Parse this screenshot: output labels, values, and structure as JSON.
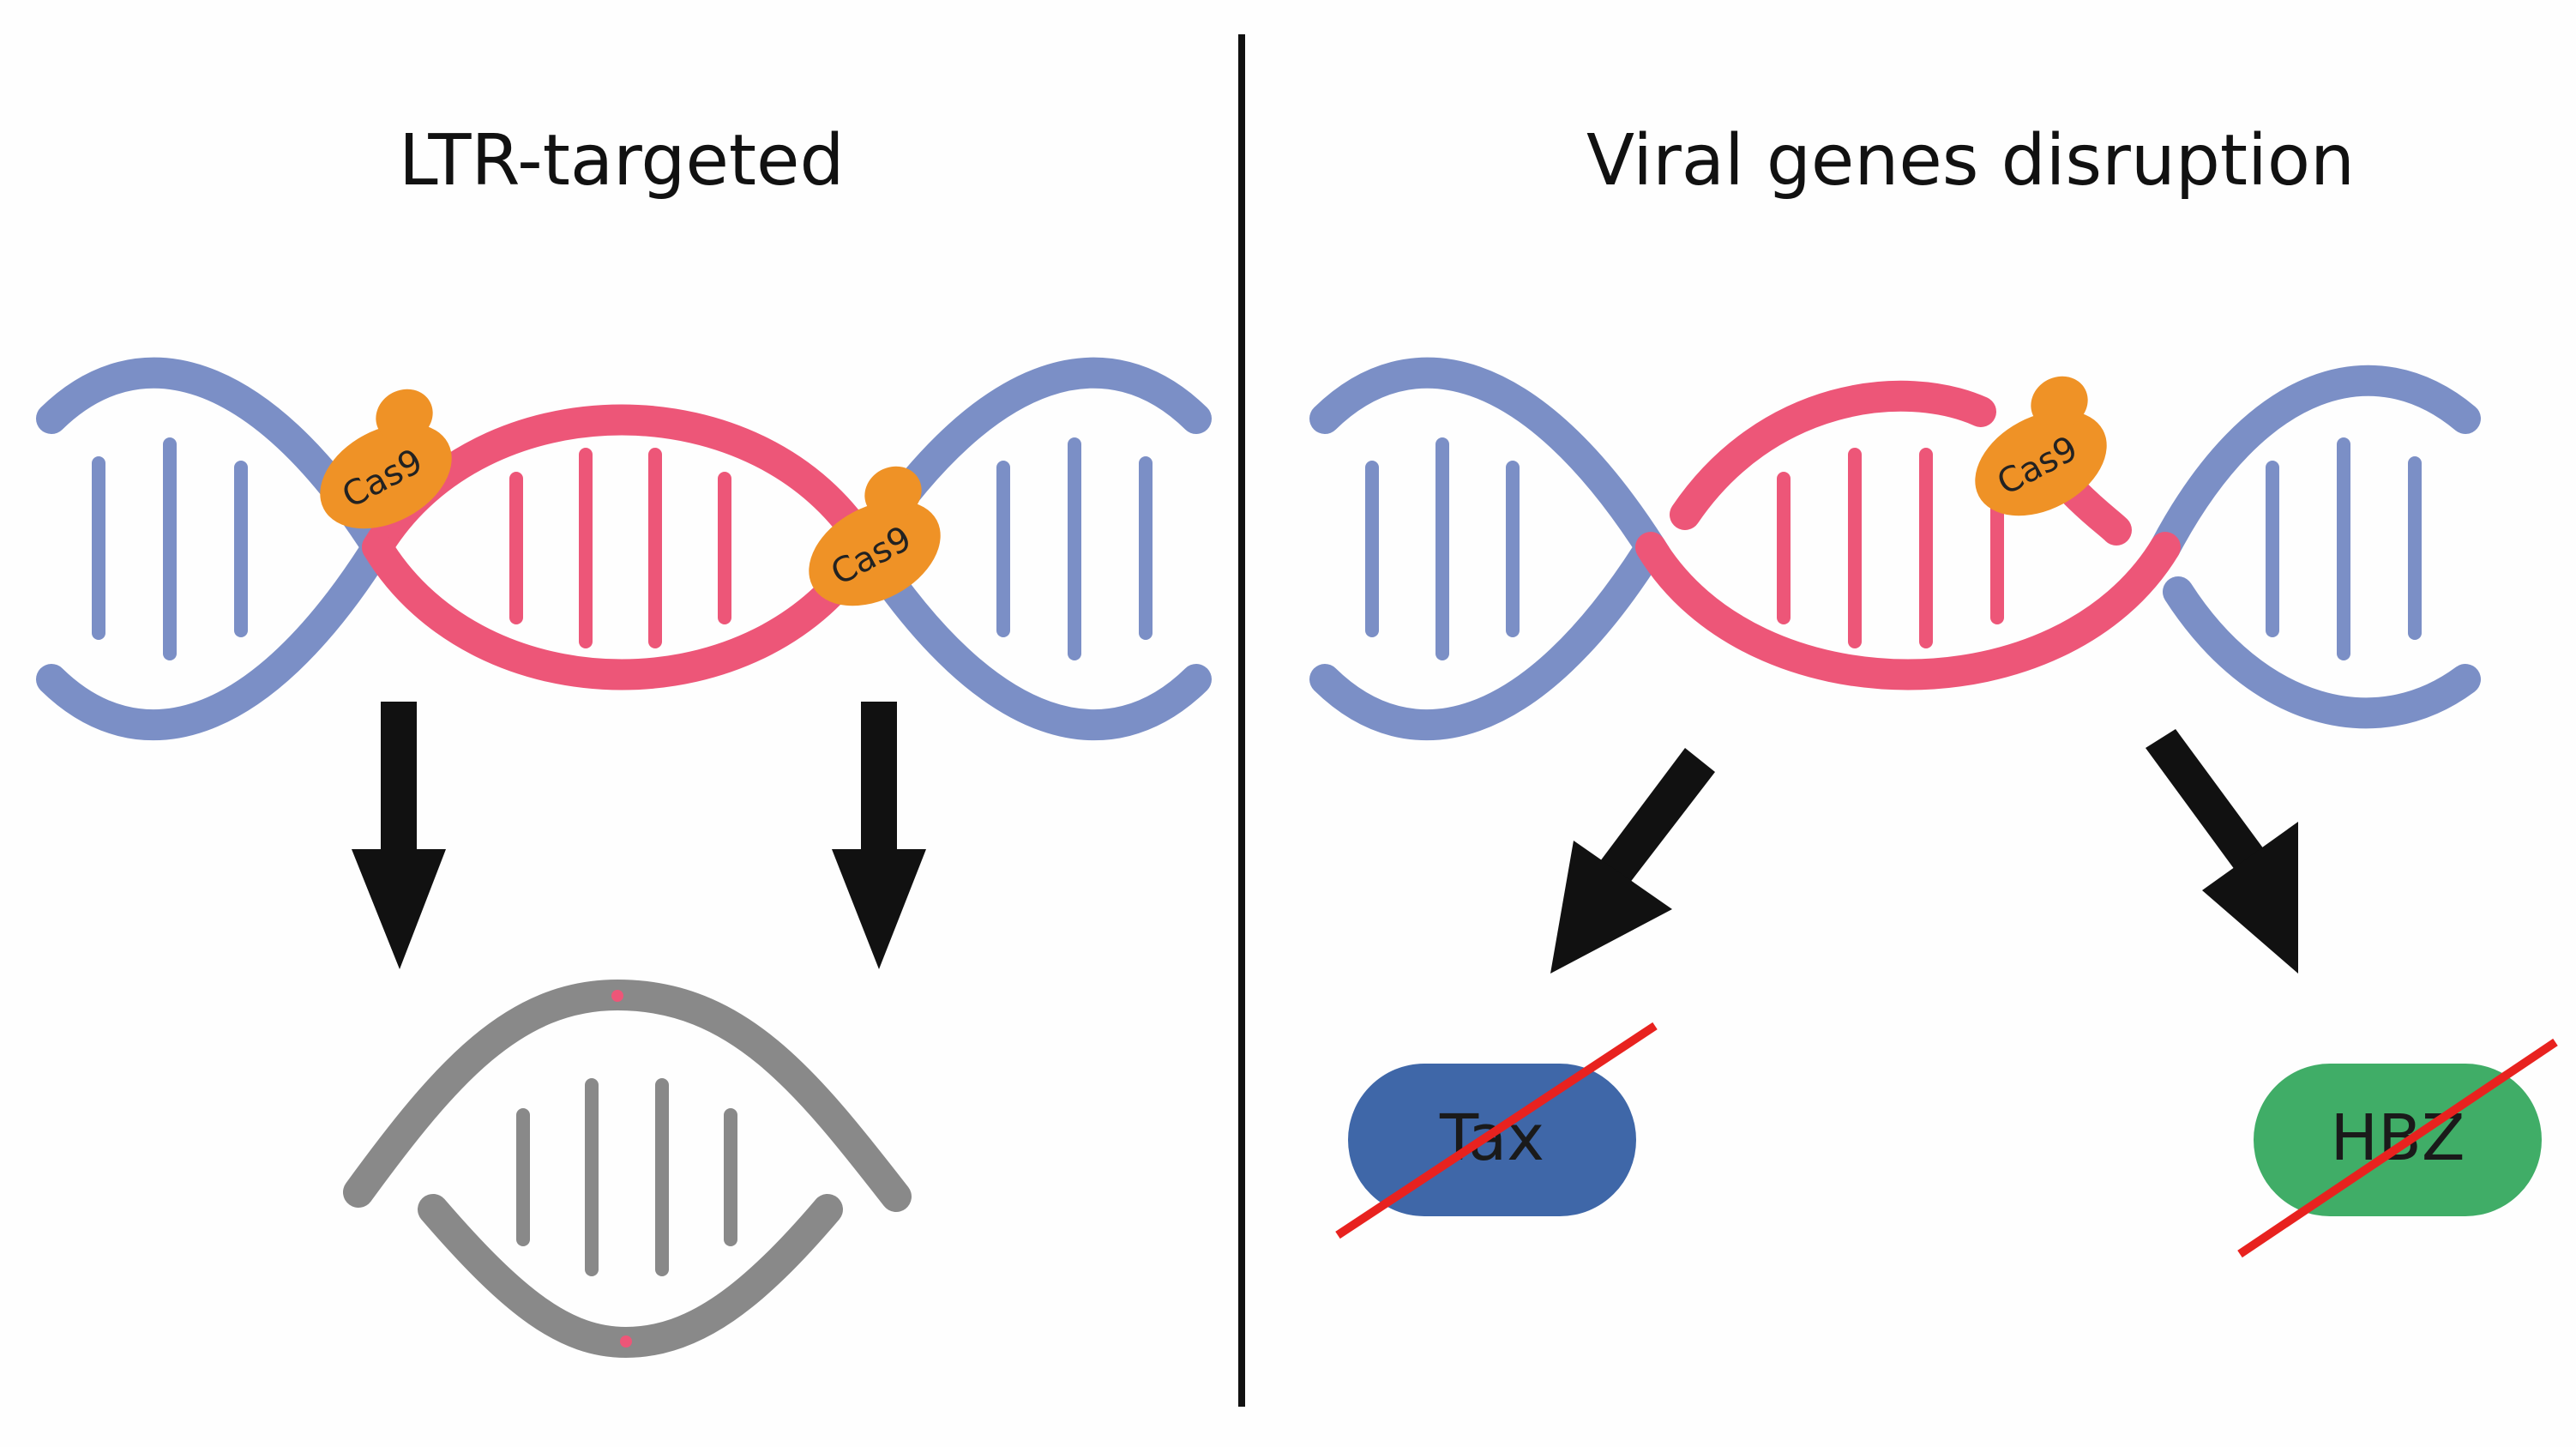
{
  "panels": {
    "left": {
      "title": "LTR-targeted",
      "enzyme_label_1": "Cas9",
      "enzyme_label_2": "Cas9"
    },
    "right": {
      "title": "Viral genes disruption",
      "enzyme_label": "Cas9"
    }
  },
  "genes": {
    "tax": {
      "label": "Tax",
      "color": "#3f67a8"
    },
    "hbz": {
      "label": "HBZ",
      "color": "#40ad67"
    }
  },
  "colors": {
    "host_dna": "#7b8fc6",
    "viral_dna": "#ed5678",
    "cas9": "#ef9226",
    "excised_circle": "#898989",
    "arrow": "#111111",
    "cross_out": "#e8221f",
    "divider": "#111111"
  }
}
